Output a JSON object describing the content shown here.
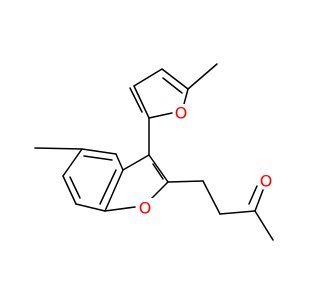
{
  "molecule": {
    "atoms": {
      "o_benzofuran": "O",
      "o_furan": "O",
      "o_ketone": "O"
    },
    "colors": {
      "bond": "#000000",
      "oxygen": "#ff0000",
      "background": "#ffffff"
    }
  }
}
